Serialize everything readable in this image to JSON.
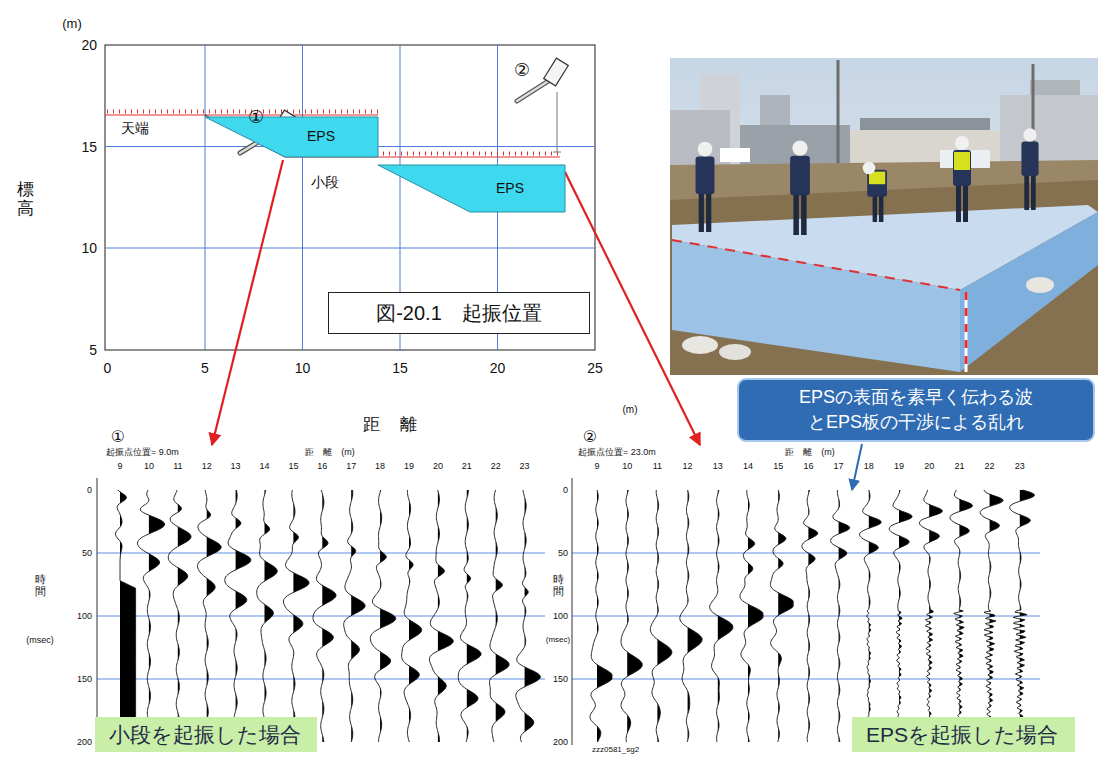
{
  "diagram": {
    "nodes": [
      {
        "text": [
          "EPS"
        ]
      },
      {
        "text": [
          "EPS"
        ]
      },
      {
        "text": [
          "図-20.1　起振位置"
        ]
      },
      {
        "text": [
          "EPSの表面を素早く伝わる波 とEPS板の干渉による乱れ"
        ]
      },
      {
        "text": [
          "小段を起振した場合"
        ]
      },
      {
        "text": [
          "EPSを起振した場合"
        ]
      }
    ],
    "labels": [
      "(m)",
      "20",
      "15",
      "10",
      "5",
      "0",
      "5",
      "10",
      "15",
      "20",
      "25",
      "標高",
      "距離",
      "天端",
      "小段",
      "①",
      "②",
      "①",
      "起振点位置= 9.0m",
      "距　離　(m)",
      "9",
      "10",
      "11",
      "12",
      "13",
      "14",
      "15",
      "16",
      "17",
      "18",
      "19",
      "20",
      "21",
      "22",
      "23",
      "0",
      "50",
      "100",
      "150",
      "200",
      "時間",
      "(msec)",
      "②",
      "(m)",
      "起振点位置= 23.0m",
      "距　離　(m)",
      "9",
      "10",
      "11",
      "12",
      "13",
      "14",
      "15",
      "16",
      "17",
      "18",
      "19",
      "20",
      "21",
      "22",
      "23",
      "0",
      "50",
      "100",
      "150",
      "200",
      "時間",
      "(msec)",
      "zzz0581_sg2"
    ]
  }
}
